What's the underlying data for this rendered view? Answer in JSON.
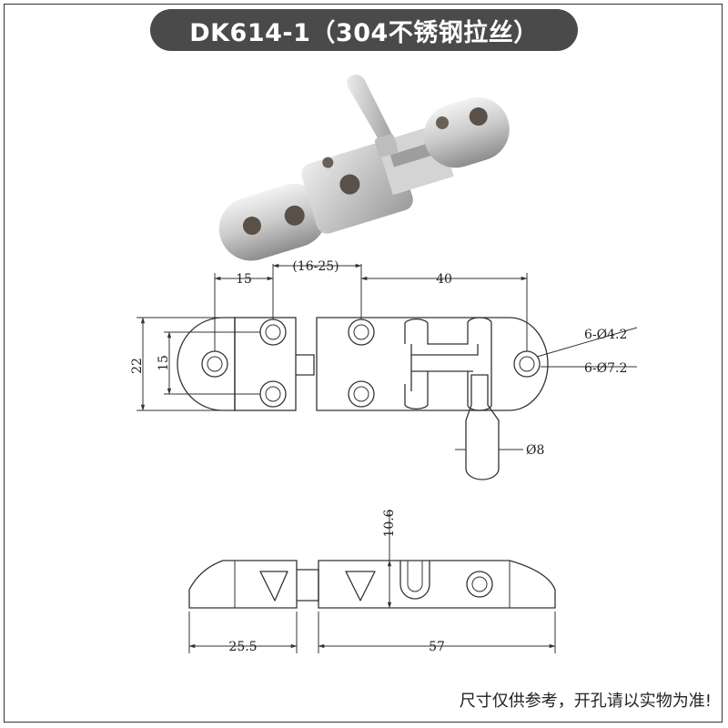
{
  "title": "DK614-1（304不锈钢拉丝）",
  "footer_note": "尺寸仅供参考，开孔请以实物为准!",
  "dimensions": {
    "d15_top": "15",
    "d16_25": "(16-25)",
    "d40": "40",
    "d22": "22",
    "d15_side": "15",
    "hole_small": "6-Ø4.2",
    "hole_large": "6-Ø7.2",
    "d8": "Ø8",
    "d10_6": "10.6",
    "d25_5": "25.5",
    "d57": "57"
  },
  "product_photo": {
    "material": "brushed stainless steel",
    "colors": {
      "steel_light": "#e2e2e2",
      "steel_mid": "#bdbdbd",
      "steel_dark": "#8a8a8a",
      "hole": "#5a5048"
    }
  }
}
